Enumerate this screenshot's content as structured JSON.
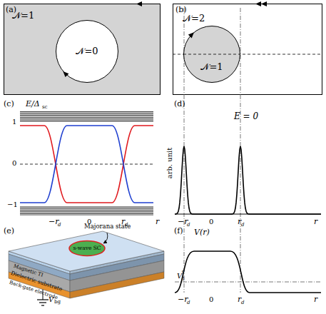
{
  "diagram": {
    "nodes": [
      {
        "text": [
          "𝒩=1"
        ]
      },
      {
        "text": [
          "𝒩=0"
        ],
        "in": 0
      },
      {
        "text": [
          "𝒩=2"
        ]
      },
      {
        "text": [
          "𝒩=1"
        ],
        "in": 2
      },
      {
        "text": [
          "s-wave SC"
        ]
      },
      {
        "text": [
          "Magnetic TI"
        ]
      },
      {
        "text": [
          "Dielectric substrate"
        ]
      },
      {
        "text": [
          "Back-gate electrode"
        ]
      }
    ],
    "labels": [
      "(a)",
      "(b)",
      "(c)",
      "E/Δ",
      "sc",
      "1",
      "0",
      "−1",
      "−r",
      "d",
      "0",
      "r",
      "d",
      "r",
      "(d)",
      "E = 0",
      "arb. unit",
      "−r",
      "d",
      "0",
      "r",
      "d",
      "r",
      "(e)",
      "Majorana state",
      "V",
      "bg",
      "(f)",
      "V(r)",
      "V",
      "1",
      "c",
      "−r",
      "d",
      "0",
      "r",
      "d",
      "r"
    ]
  }
}
